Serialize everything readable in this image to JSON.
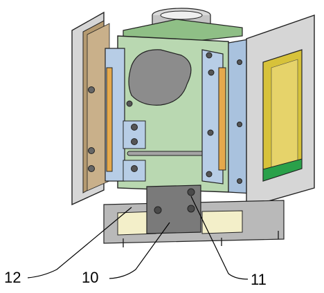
{
  "callouts": {
    "c12": "12",
    "c10": "10",
    "c11": "11"
  },
  "colors": {
    "panel_green": "#b9d8b1",
    "panel_green_dark": "#8fbf86",
    "steel_blue": "#b7cde6",
    "steel_blue_dark": "#7f9dc0",
    "bracket_orange": "#e5a94c",
    "door_frame": "#d6d6d6",
    "glass_yellow": "#d7c23a",
    "glass_green": "#2aa14a",
    "base_grey": "#b9b9b9",
    "dark_grey": "#7a7a7a",
    "cutout_grey": "#8c8c8c",
    "insulation_cream": "#f3efc9",
    "outline": "#222222"
  }
}
